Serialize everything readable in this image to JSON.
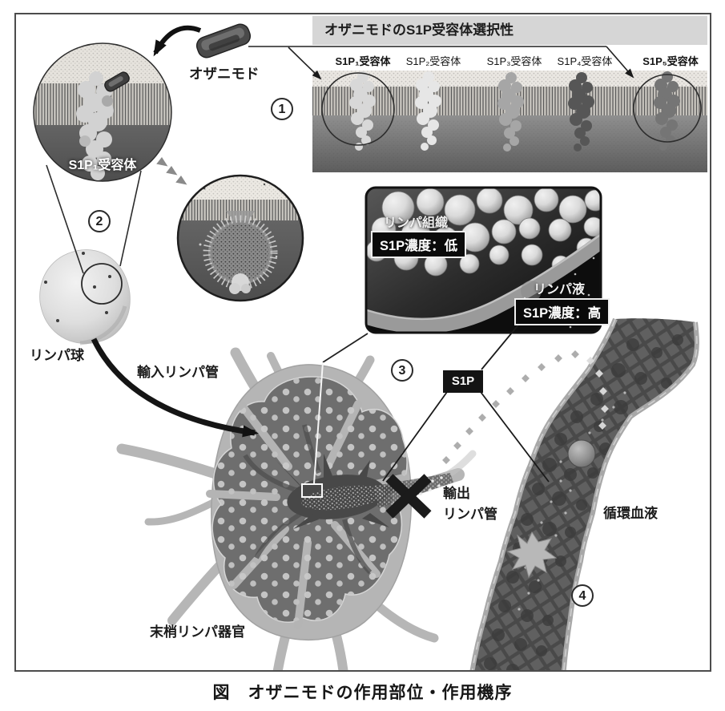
{
  "figure": {
    "caption": "図　オザニモドの作用部位・作用機序"
  },
  "selectivity_panel": {
    "title": "オザニモドのS1P受容体選択性",
    "receptors": [
      {
        "label": "S1P₁受容体"
      },
      {
        "label": "S1P₂受容体"
      },
      {
        "label": "S1P₃受容体"
      },
      {
        "label": "S1P₄受容体"
      },
      {
        "label": "S1P₅受容体"
      }
    ]
  },
  "steps": {
    "step1": "1",
    "step2": "2",
    "step3": "3",
    "step4": "4"
  },
  "labels": {
    "ozanimod": "オザニモド",
    "s1p1_receptor": "S1P₁受容体",
    "lymphocyte": "リンパ球",
    "afferent_lymphatic": "輸入リンパ管",
    "efferent_lymphatic_line1": "輸出",
    "efferent_lymphatic_line2": "リンパ管",
    "peripheral_lymphoid_organ": "末梢リンパ器官",
    "circulating_blood": "循環血液",
    "s1p_tag": "S1P"
  },
  "lymph_panel": {
    "tissue_label": "リンパ組織",
    "tissue_s1p_level": "S1P濃度：低",
    "fluid_label": "リンパ液",
    "fluid_s1p_level": "S1P濃度：高"
  },
  "colors": {
    "figure_border": "#4c4c4c",
    "panel_title_bg": "#d6d6d6",
    "tag_box_bg": "#141414",
    "tag_box_text": "#ffffff",
    "level_box_bg": "#0a0a0a",
    "level_box_border": "#efefef",
    "line_color": "#1a1a1a"
  }
}
